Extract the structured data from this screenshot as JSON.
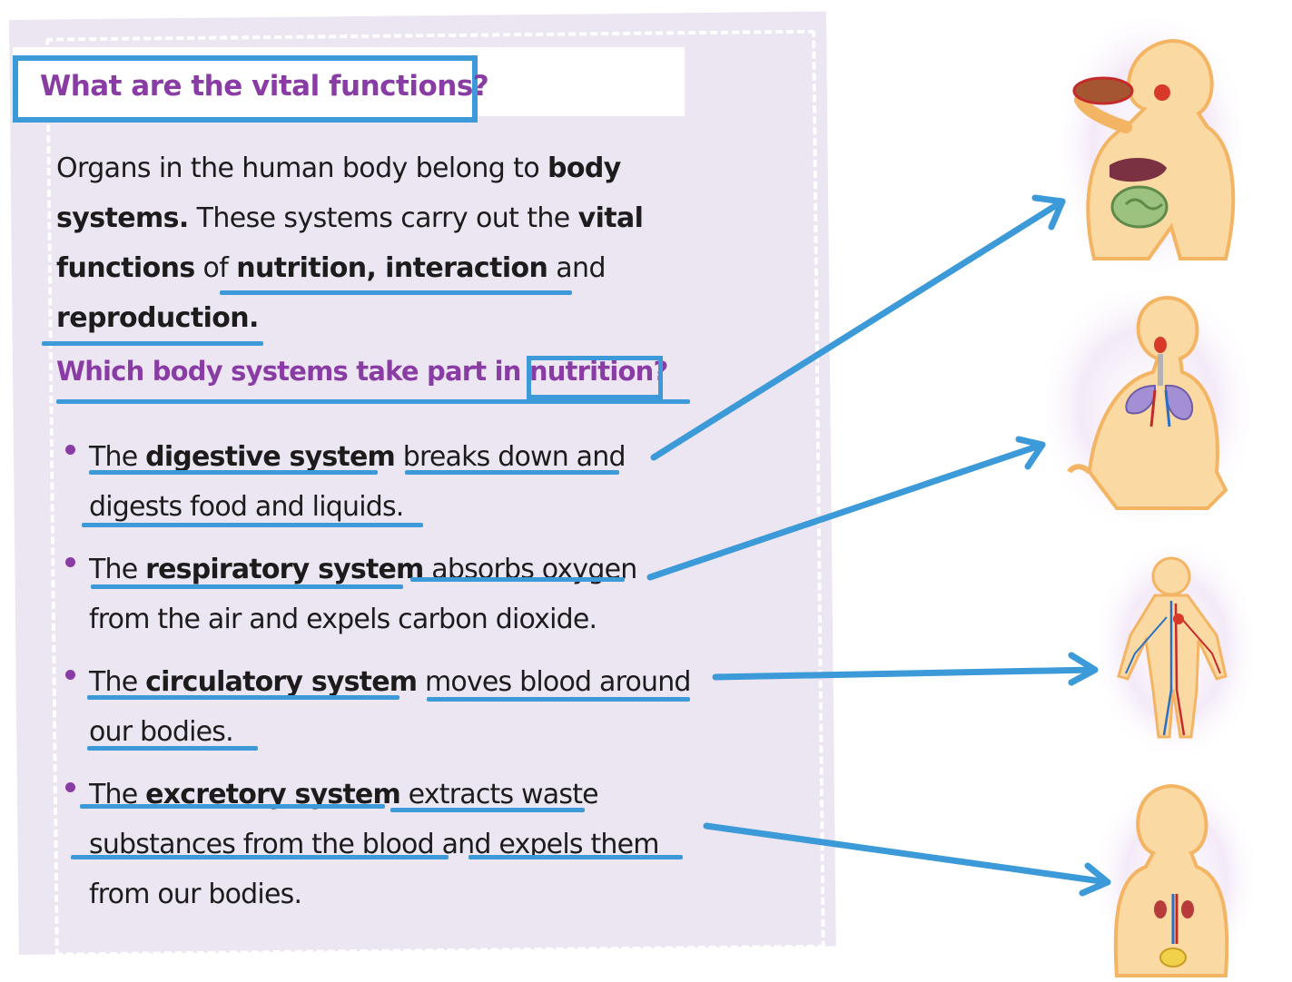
{
  "title": "What are the vital functions?",
  "intro": {
    "t1": "Organs in the human body belong to ",
    "b1": "body systems.",
    "t2": " These systems carry out the ",
    "b2": "vital functions",
    "t3": " of ",
    "b3": "nutrition, interaction",
    "t4": " and ",
    "b4": "reproduction."
  },
  "question": {
    "before": "Which body systems take part in ",
    "highlight": "nutrition",
    "after": "?"
  },
  "items": [
    {
      "pre": "The ",
      "name": "digestive system",
      "desc1": " breaks down and",
      "desc2": "digests food and liquids."
    },
    {
      "pre": "The ",
      "name": "respiratory system",
      "desc1": " absorbs oxygen",
      "desc2": "from the air and expels carbon dioxide."
    },
    {
      "pre": "The ",
      "name": "circulatory system",
      "desc1": " moves blood around",
      "desc2": "our bodies."
    },
    {
      "pre": "The ",
      "name": "excretory system",
      "desc1": " extracts waste",
      "desc2": "substances from the blood and expels them",
      "desc3": "from our bodies."
    }
  ],
  "colors": {
    "accent": "#3c9ad8",
    "purple": "#8a3ca5",
    "panel": "#ece6f3",
    "skin": "#fbd9a3",
    "skin_outline": "#f3b463"
  },
  "icons": [
    "digestive-figure-icon",
    "respiratory-figure-icon",
    "circulatory-figure-icon",
    "excretory-figure-icon"
  ]
}
